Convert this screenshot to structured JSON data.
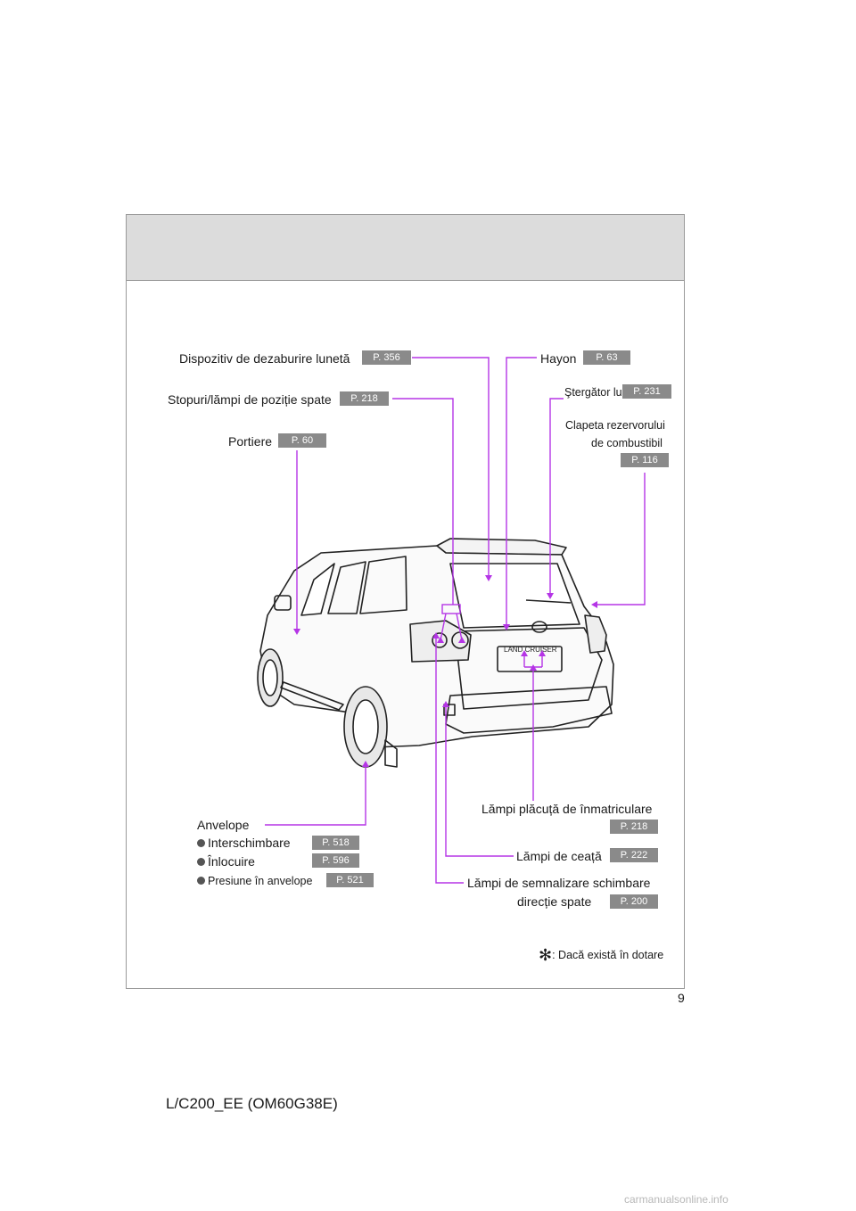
{
  "labels": {
    "dezaburire": "Dispozitiv de dezaburire lunetă",
    "hayon": "Hayon",
    "stopuri": "Stopuri/lămpi de poziție spate",
    "stergator": "Ştergător lunetă",
    "clapeta_line1": "Clapeta rezervorului",
    "clapeta_line2": "de combustibil",
    "portiere": "Portiere",
    "anvelope": "Anvelope",
    "interschimbare": "Interschimbare",
    "inlocuire": "Înlocuire",
    "presiune": "Presiune în anvelope",
    "placuta": "Lămpi plăcuță de înmatriculare",
    "ceata": "Lămpi de ceață",
    "semnalizare_line1": "Lămpi de semnalizare schimbare",
    "semnalizare_line2": "direcție spate",
    "footnote": ": Dacă există în dotare",
    "footnote_mark": "✻"
  },
  "pages": {
    "dezaburire": "P. 356",
    "hayon": "P. 63",
    "stopuri": "P. 218",
    "stergator": "P. 231",
    "clapeta": "P. 116",
    "portiere": "P. 60",
    "interschimbare": "P. 518",
    "inlocuire": "P. 596",
    "presiune": "P. 521",
    "placuta": "P. 218",
    "ceata": "P. 222",
    "semnalizare": "P. 200"
  },
  "vehicle_badge": "LAND CRUISER",
  "page_number": "9",
  "footer_code": "L/C200_EE (OM60G38E)",
  "watermark": "carmanualsonline.info",
  "colors": {
    "callout": "#b535e6",
    "badge": "#8a8a8a",
    "header": "#dcdcdc"
  }
}
